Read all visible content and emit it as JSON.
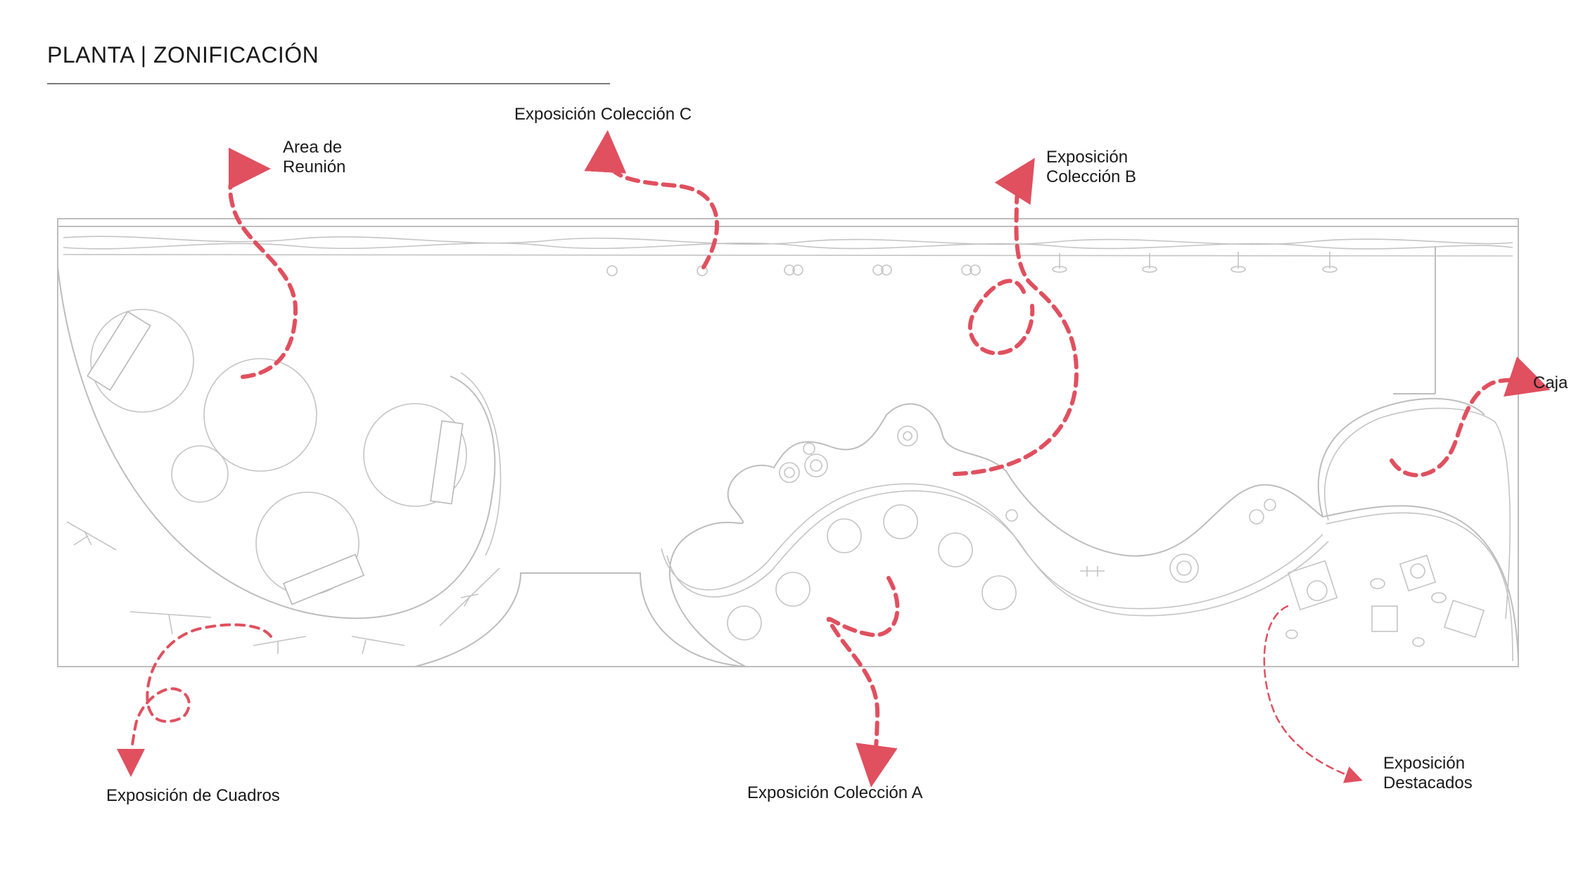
{
  "title": "PLANTA | ZONIFICACIÓN",
  "colors": {
    "accent": "#e0505f",
    "line": "#bdbdbd",
    "text": "#1a1a1a",
    "rule": "#7a7a7a"
  },
  "zones": {
    "reunion": {
      "line1": "Area de",
      "line2": "Reunión"
    },
    "coleccion_c": {
      "label": "Exposición Colección C"
    },
    "coleccion_b": {
      "line1": "Exposición",
      "line2": "Colección B"
    },
    "caja": {
      "label": "Caja"
    },
    "cuadros": {
      "label": "Exposición de Cuadros"
    },
    "coleccion_a": {
      "label": "Exposición Colección A"
    },
    "destacados": {
      "line1": "Exposición",
      "line2": "Destacados"
    }
  }
}
